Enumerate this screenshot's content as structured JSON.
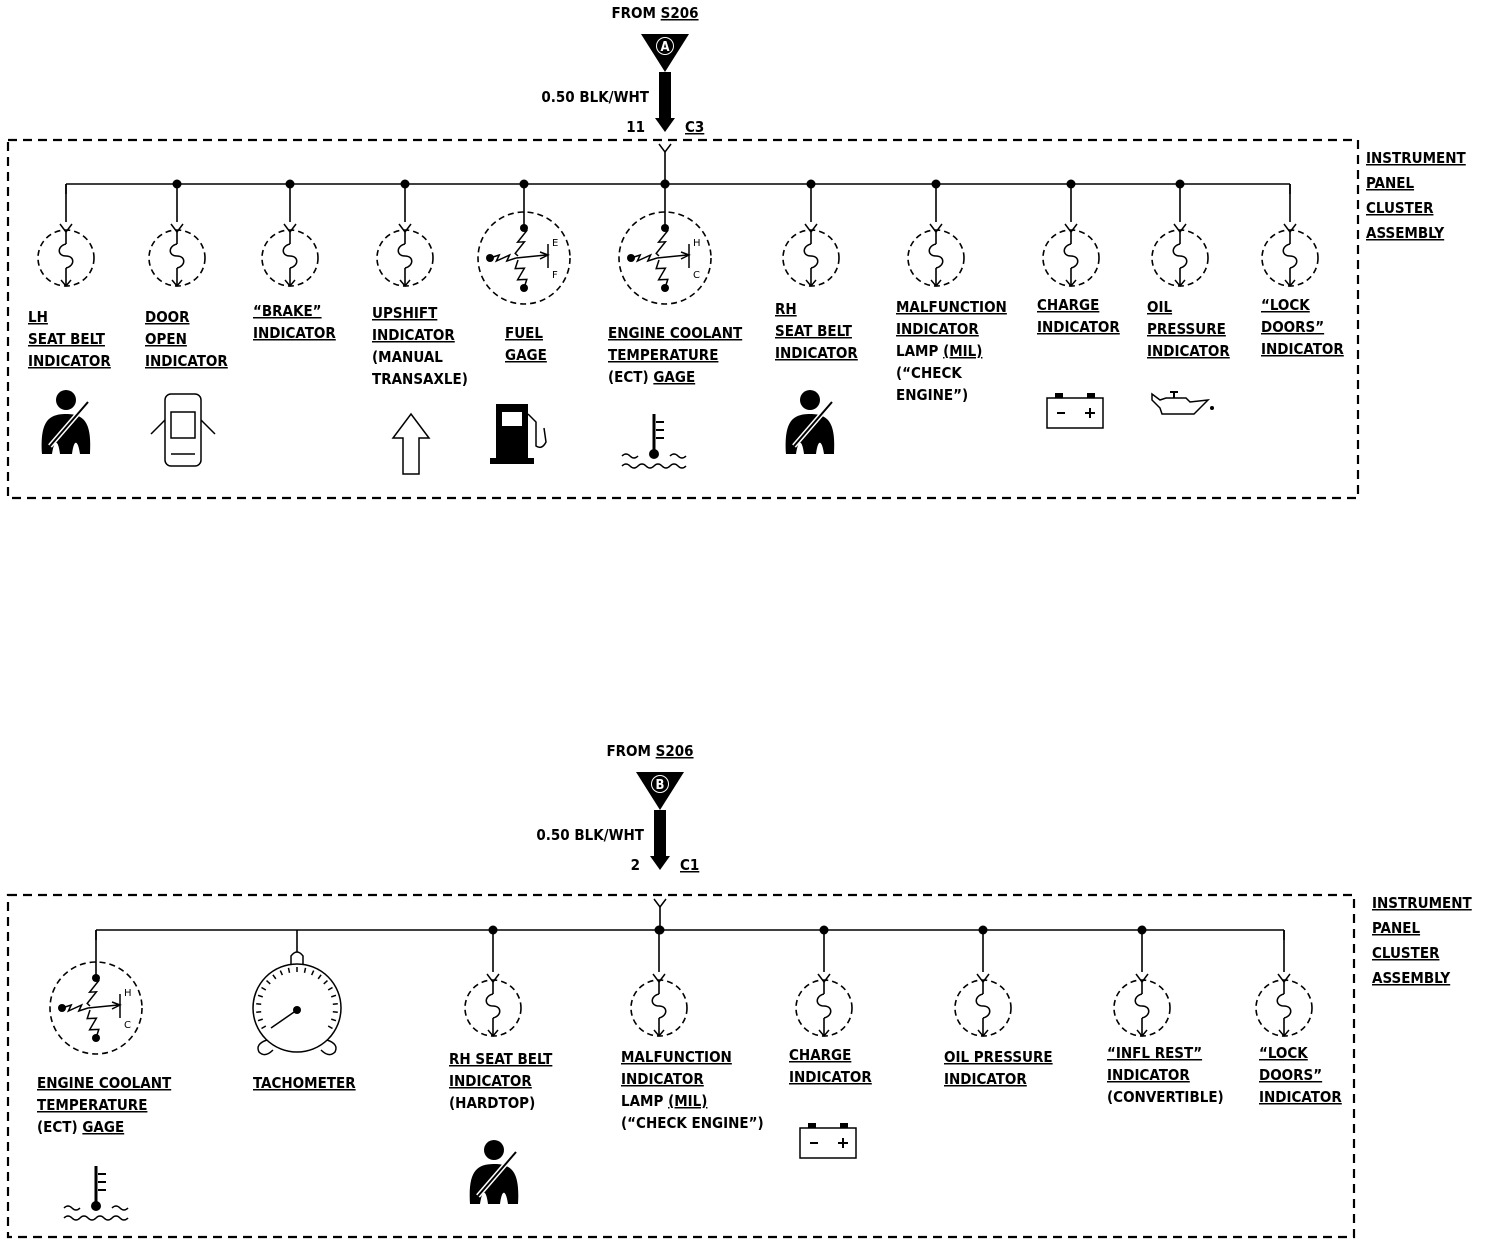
{
  "diagrams": [
    {
      "id": "top",
      "from_label": "FROM",
      "splice": "S206",
      "connector_letter": "A",
      "wire": "0.50 BLK/WHT",
      "pin": "11",
      "connector": "C3",
      "assembly_label": [
        "INSTRUMENT",
        "PANEL",
        "CLUSTER",
        "ASSEMBLY"
      ],
      "components": [
        {
          "type": "lamp",
          "label": [
            [
              "LH",
              true
            ],
            [
              "SEAT BELT",
              true
            ],
            [
              "INDICATOR",
              true
            ]
          ],
          "icon": "seatbelt-icon"
        },
        {
          "type": "lamp",
          "label": [
            [
              "DOOR",
              true
            ],
            [
              "OPEN",
              true
            ],
            [
              "INDICATOR",
              true
            ]
          ],
          "icon": "door-open-car-icon"
        },
        {
          "type": "lamp",
          "label": [
            [
              "“BRAKE”",
              true
            ],
            [
              "INDICATOR",
              true
            ]
          ],
          "icon": ""
        },
        {
          "type": "lamp",
          "label": [
            [
              "UPSHIFT",
              true
            ],
            [
              "INDICATOR",
              true
            ],
            [
              "(MANUAL",
              false
            ],
            [
              "TRANSAXLE)",
              false
            ]
          ],
          "icon": "upshift-arrow-icon"
        },
        {
          "type": "gauge",
          "label": [
            [
              "FUEL",
              true
            ],
            [
              "GAGE",
              true
            ]
          ],
          "icon": "fuel-pump-icon",
          "scale_hi": "E",
          "scale_lo": "F"
        },
        {
          "type": "gauge",
          "label": [
            [
              "ENGINE COOLANT",
              true
            ],
            [
              "TEMPERATURE",
              true
            ],
            [
              "(ECT) GAGE",
              "partial"
            ]
          ],
          "icon": "coolant-temp-icon",
          "scale_hi": "H",
          "scale_lo": "C"
        },
        {
          "type": "lamp",
          "label": [
            [
              "RH",
              true
            ],
            [
              "SEAT BELT",
              true
            ],
            [
              "INDICATOR",
              true
            ]
          ],
          "icon": "seatbelt-icon"
        },
        {
          "type": "lamp",
          "label": [
            [
              "MALFUNCTION",
              true
            ],
            [
              "INDICATOR",
              true
            ],
            [
              "LAMP (MIL)",
              "partial"
            ],
            [
              "(“CHECK",
              false
            ],
            [
              "ENGINE”)",
              false
            ]
          ],
          "icon": ""
        },
        {
          "type": "lamp",
          "label": [
            [
              "CHARGE",
              true
            ],
            [
              "INDICATOR",
              true
            ]
          ],
          "icon": "battery-icon"
        },
        {
          "type": "lamp",
          "label": [
            [
              "OIL",
              true
            ],
            [
              "PRESSURE",
              true
            ],
            [
              "INDICATOR",
              true
            ]
          ],
          "icon": "oil-can-icon"
        },
        {
          "type": "lamp",
          "label": [
            [
              "“LOCK",
              true
            ],
            [
              "DOORS”",
              true
            ],
            [
              "INDICATOR",
              true
            ]
          ],
          "icon": ""
        }
      ]
    },
    {
      "id": "bottom",
      "from_label": "FROM",
      "splice": "S206",
      "connector_letter": "B",
      "wire": "0.50 BLK/WHT",
      "pin": "2",
      "connector": "C1",
      "assembly_label": [
        "INSTRUMENT",
        "PANEL",
        "CLUSTER",
        "ASSEMBLY"
      ],
      "components": [
        {
          "type": "gauge",
          "label": [
            [
              "ENGINE COOLANT",
              true
            ],
            [
              "TEMPERATURE",
              true
            ],
            [
              "(ECT) GAGE",
              "partial"
            ]
          ],
          "icon": "coolant-temp-icon",
          "scale_hi": "H",
          "scale_lo": "C"
        },
        {
          "type": "tach",
          "label": [
            [
              "TACHOMETER",
              true
            ]
          ],
          "icon": ""
        },
        {
          "type": "lamp",
          "label": [
            [
              "RH SEAT BELT",
              true
            ],
            [
              "INDICATOR",
              true
            ],
            [
              "(HARDTOP)",
              false
            ]
          ],
          "icon": "seatbelt-icon"
        },
        {
          "type": "lamp",
          "label": [
            [
              "MALFUNCTION",
              true
            ],
            [
              "INDICATOR",
              true
            ],
            [
              "LAMP (MIL)",
              "partial"
            ],
            [
              "(“CHECK ENGINE”)",
              false
            ]
          ],
          "icon": ""
        },
        {
          "type": "lamp",
          "label": [
            [
              "CHARGE",
              true
            ],
            [
              "INDICATOR",
              true
            ]
          ],
          "icon": "battery-icon"
        },
        {
          "type": "lamp",
          "label": [
            [
              "OIL PRESSURE",
              true
            ],
            [
              "INDICATOR",
              true
            ]
          ],
          "icon": "oil-can-icon"
        },
        {
          "type": "lamp",
          "label": [
            [
              "“INFL REST”",
              true
            ],
            [
              "INDICATOR",
              true
            ],
            [
              "(CONVERTIBLE)",
              false
            ]
          ],
          "icon": ""
        },
        {
          "type": "lamp",
          "label": [
            [
              "“LOCK",
              true
            ],
            [
              "DOORS”",
              true
            ],
            [
              "INDICATOR",
              true
            ]
          ],
          "icon": ""
        }
      ]
    }
  ]
}
